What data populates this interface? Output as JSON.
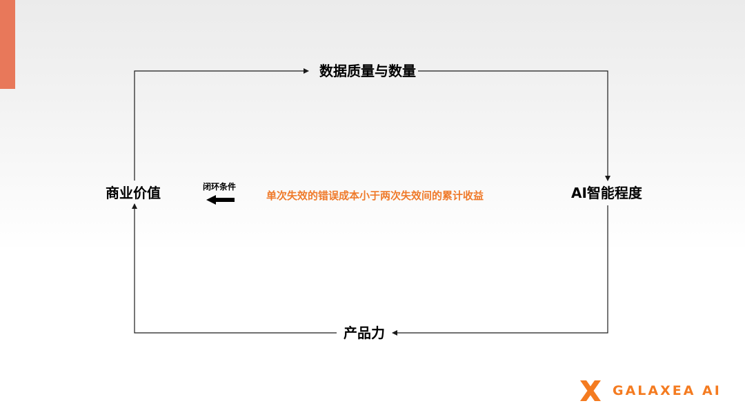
{
  "colors": {
    "accent": "#e8785a",
    "orange_text": "#ef7a2a",
    "logo_orange": "#f47b20",
    "line": "#1a1a1a"
  },
  "nodes": {
    "top": "数据质量与数量",
    "right": "AI智能程度",
    "bottom": "产品力",
    "left": "商业价值"
  },
  "condition": {
    "label": "闭环条件",
    "text": "单次失效的错误成本小于两次失效间的累计收益"
  },
  "logo": {
    "text": "GALAXEA AI"
  }
}
